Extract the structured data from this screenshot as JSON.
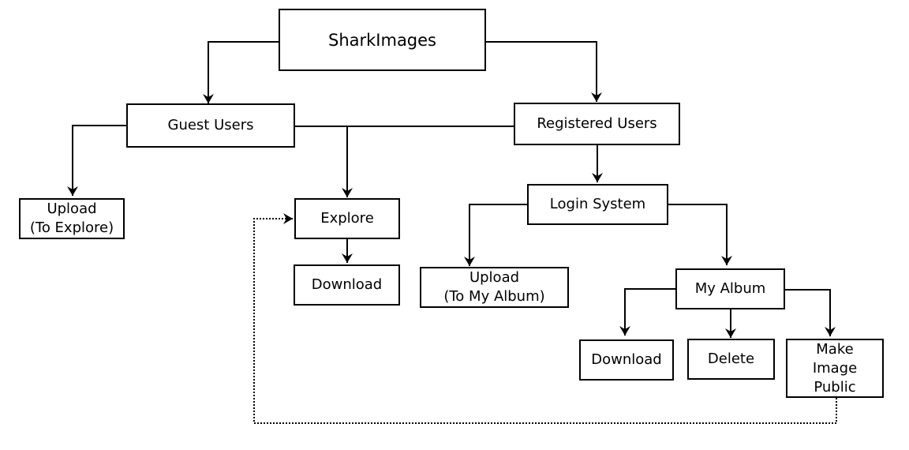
{
  "diagram": {
    "nodes": {
      "root": "SharkImages",
      "guest": "Guest Users",
      "registered": "Registered Users",
      "upload_explore": "Upload\n(To Explore)",
      "explore": "Explore",
      "download_explore": "Download",
      "login": "Login System",
      "upload_album": "Upload\n(To My Album)",
      "my_album": "My Album",
      "download_album": "Download",
      "delete": "Delete",
      "make_public": "Make\nImage\nPublic"
    },
    "edges": [
      {
        "from": "root",
        "to": "guest",
        "style": "solid"
      },
      {
        "from": "root",
        "to": "registered",
        "style": "solid"
      },
      {
        "from": "guest",
        "to": "upload_explore",
        "style": "solid"
      },
      {
        "from": "guest",
        "to": "explore",
        "style": "solid"
      },
      {
        "from": "registered",
        "to": "explore",
        "style": "solid"
      },
      {
        "from": "explore",
        "to": "download_explore",
        "style": "solid"
      },
      {
        "from": "registered",
        "to": "login",
        "style": "solid"
      },
      {
        "from": "login",
        "to": "upload_album",
        "style": "solid"
      },
      {
        "from": "login",
        "to": "my_album",
        "style": "solid"
      },
      {
        "from": "my_album",
        "to": "download_album",
        "style": "solid"
      },
      {
        "from": "my_album",
        "to": "delete",
        "style": "solid"
      },
      {
        "from": "my_album",
        "to": "make_public",
        "style": "solid"
      },
      {
        "from": "make_public",
        "to": "explore",
        "style": "dotted"
      }
    ]
  }
}
